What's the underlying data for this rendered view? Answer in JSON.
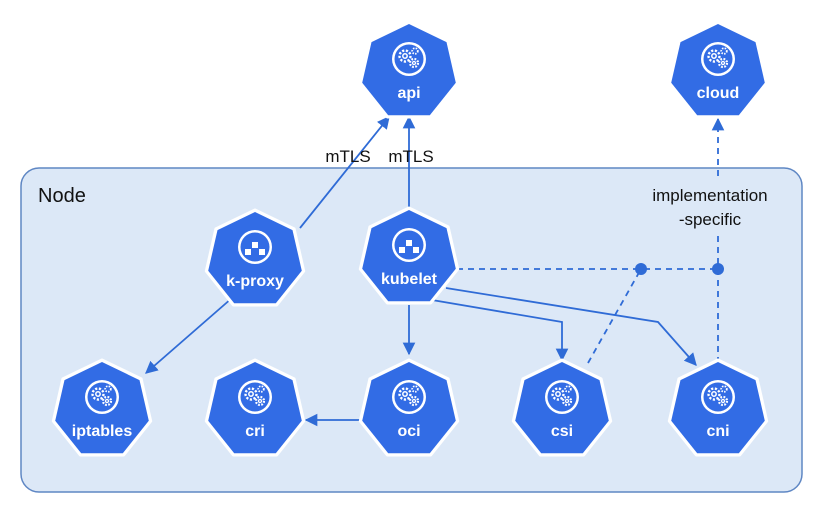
{
  "node_region": {
    "label": "Node"
  },
  "components": {
    "api": {
      "label": "api"
    },
    "cloud": {
      "label": "cloud"
    },
    "kproxy": {
      "label": "k-proxy"
    },
    "kubelet": {
      "label": "kubelet"
    },
    "iptables": {
      "label": "iptables"
    },
    "cri": {
      "label": "cri"
    },
    "oci": {
      "label": "oci"
    },
    "csi": {
      "label": "csi"
    },
    "cni": {
      "label": "cni"
    }
  },
  "edge_labels": {
    "kproxy_api": "mTLS",
    "kubelet_api": "mTLS",
    "cloud_link_line1": "implementation",
    "cloud_link_line2": "-specific"
  },
  "colors": {
    "node_fill": "#dce8f7",
    "node_border": "#5f87c4",
    "component_fill": "#326ce5",
    "edge": "#2f6bd6",
    "icon": "#ffffff"
  }
}
